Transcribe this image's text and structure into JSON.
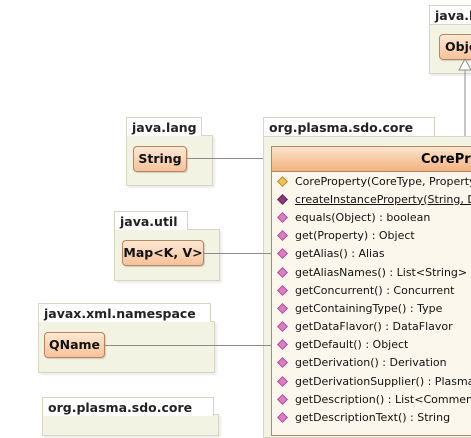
{
  "packages": {
    "java_lang_top": {
      "name": "java.lang",
      "class": "Object"
    },
    "java_lang": {
      "name": "java.lang",
      "class": "String"
    },
    "org_plasma_sdo_core": {
      "name": "org.plasma.sdo.core"
    },
    "java_util": {
      "name": "java.util",
      "class": "Map<K, V>"
    },
    "javax_xml_namespace": {
      "name": "javax.xml.namespace",
      "class": "QName"
    },
    "org_plasma_sdo_core_bottom": {
      "name": "org.plasma.sdo.core"
    }
  },
  "main_class": {
    "name": "CorePr",
    "operations": [
      {
        "text": "CoreProperty(CoreType, Property",
        "kind": "ctor"
      },
      {
        "text": "createInstanceProperty(String, D",
        "kind": "static"
      },
      {
        "text": "equals(Object) : boolean",
        "kind": "method"
      },
      {
        "text": "get(Property) : Object",
        "kind": "method"
      },
      {
        "text": "getAlias() : Alias",
        "kind": "method"
      },
      {
        "text": "getAliasNames() : List<String>",
        "kind": "method"
      },
      {
        "text": "getConcurrent() : Concurrent",
        "kind": "method"
      },
      {
        "text": "getContainingType() : Type",
        "kind": "method"
      },
      {
        "text": "getDataFlavor() : DataFlavor",
        "kind": "method"
      },
      {
        "text": "getDefault() : Object",
        "kind": "method"
      },
      {
        "text": "getDerivation() : Derivation",
        "kind": "method"
      },
      {
        "text": "getDerivationSupplier() : Plasma",
        "kind": "method"
      },
      {
        "text": "getDescription() : List<Commen",
        "kind": "method"
      },
      {
        "text": "getDescriptionText() : String",
        "kind": "method"
      }
    ]
  }
}
